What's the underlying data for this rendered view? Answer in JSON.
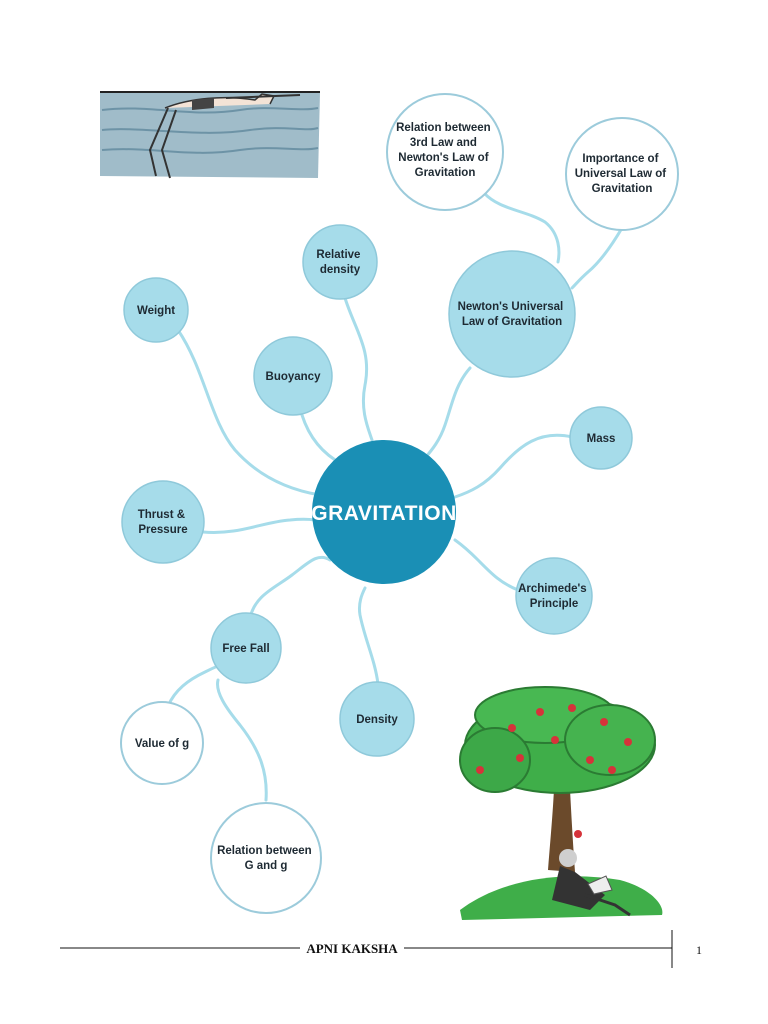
{
  "central_topic": "GRAVITATION",
  "nodes": [
    {
      "id": "weight",
      "lines": [
        "Weight"
      ]
    },
    {
      "id": "relative-density",
      "lines": [
        "Relative",
        "density"
      ]
    },
    {
      "id": "buoyancy",
      "lines": [
        "Buoyancy"
      ]
    },
    {
      "id": "newtons-law",
      "lines": [
        "Newton's Universal",
        "Law of Gravitation"
      ]
    },
    {
      "id": "relation-3rd-law",
      "lines": [
        "Relation between",
        "3rd Law and",
        "Newton's Law of",
        "Gravitation"
      ]
    },
    {
      "id": "importance-law",
      "lines": [
        "Importance of",
        "Universal Law of",
        "Gravitation"
      ]
    },
    {
      "id": "mass",
      "lines": [
        "Mass"
      ]
    },
    {
      "id": "thrust-pressure",
      "lines": [
        "Thrust &",
        "Pressure"
      ]
    },
    {
      "id": "archimedes",
      "lines": [
        "Archimede's",
        "Principle"
      ]
    },
    {
      "id": "free-fall",
      "lines": [
        "Free Fall"
      ]
    },
    {
      "id": "density",
      "lines": [
        "Density"
      ]
    },
    {
      "id": "value-of-g",
      "lines": [
        "Value of g"
      ]
    },
    {
      "id": "relation-G-g",
      "lines": [
        "Relation between",
        "G and g"
      ]
    }
  ],
  "footer": {
    "brand": "APNI KAKSHA",
    "page_number": "1"
  },
  "colors": {
    "center_fill": "#1a8fb5",
    "node_fill": "#a6dcea",
    "node_stroke": "#8fc9da",
    "outline_stroke": "#9ccbdb",
    "connector": "#a6dcea",
    "footer_line": "#111111"
  },
  "illustrations": [
    "floating-swimmer-illustration",
    "apple-tree-newton-illustration"
  ]
}
